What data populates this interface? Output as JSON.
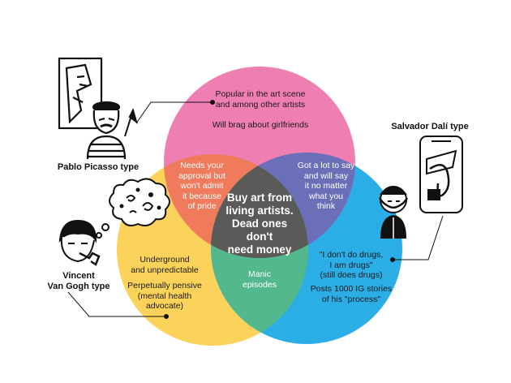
{
  "colors": {
    "pink": "#ef7fb2",
    "blue": "#2baee6",
    "yellow": "#fbd35a",
    "pink_yellow": "#f07b5c",
    "pink_blue": "#6b6fb7",
    "yellow_blue": "#54b88e",
    "center": "#5a5b58"
  },
  "center": "Buy art from\nliving artists.\nDead ones don't\nneed money",
  "top": {
    "line1": "Popular in the art scene\nand among other artists",
    "line2": "Will brag about girlfriends"
  },
  "pink_yellow": "Needs your\napproval but\nwon't admit\nit because\nof pride",
  "pink_blue": "Got a lot to say\nand will say\nit no matter\nwhat you\nthink",
  "yellow": {
    "line1": "Underground\nand unpredictable",
    "line2": "Perpetually pensive\n(mental health\nadvocate)"
  },
  "yellow_blue": "Manic\nepisodes",
  "blue": {
    "line1": "\"I don't do drugs,\nI am drugs\"\n(still does drugs)",
    "line2": "Posts 1000 IG stories\nof his \"process\""
  },
  "types": {
    "picasso": "Pablo Picasso type",
    "dali": "Salvador Dalí type",
    "vangogh": "Vincent\nVan Gogh type"
  },
  "icons": {
    "picasso": "picasso-cubist-portrait-icon",
    "dali": "dali-smartphone-moustache-icon",
    "vangogh": "vangogh-pipe-thought-cloud-icon"
  }
}
